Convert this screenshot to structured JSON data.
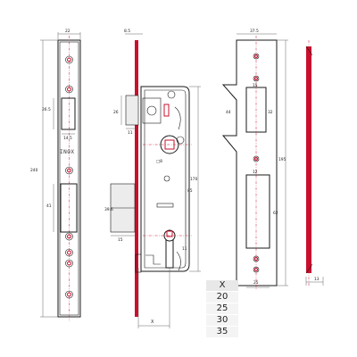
{
  "faceplate": {
    "width_dim": "22",
    "cutout_dim": "26.5",
    "cutout_width_dim": "14.5",
    "engraving": "INOX",
    "total_length_dim": "240",
    "lower_cutout_dim": "41"
  },
  "body_view": {
    "top_dim": "8.5",
    "latch_dim": "26",
    "latch_depth_dim": "11",
    "spindle_dim": "□8",
    "centres_dim": "85",
    "overall_dim": "170",
    "bolt_dim": "39.6",
    "bolt_throw_dim": "15",
    "lower_dim": "11",
    "backset_dim": "X"
  },
  "strike": {
    "width_dim": "37.5",
    "top_slot_dim": "15",
    "top_side_dim": "44",
    "upper_opening_dim": "32",
    "overall_dim": "195",
    "mid_slot_dim": "12",
    "lower_opening_dim": "62",
    "bottom_width_dim": "25"
  },
  "profile": {
    "thickness_dim": "13"
  },
  "backset_table": {
    "header": "X",
    "values": [
      "20",
      "25",
      "30",
      "35"
    ]
  }
}
